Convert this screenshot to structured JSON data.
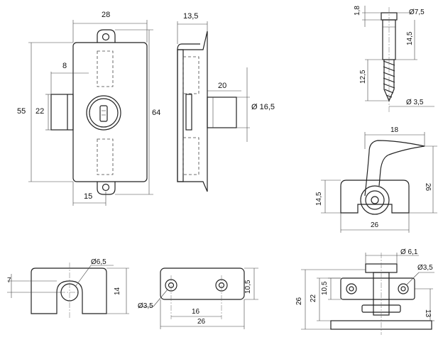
{
  "lock_front": {
    "width": "28",
    "offset": "8",
    "height_outer": "64",
    "height_inner": "55",
    "bolt_height": "22",
    "bottom": "15"
  },
  "lock_side": {
    "depth": "13,5",
    "bolt_len": "20",
    "bolt_dia": "Ø 16,5"
  },
  "screw": {
    "head_dia": "Ø7,5",
    "head_h": "1,8",
    "len": "14,5",
    "thread_len": "12,5",
    "shank_dia": "Ø 3,5"
  },
  "latch": {
    "width": "18",
    "height": "26",
    "base_h": "14,5",
    "base_w": "26"
  },
  "keeper_a": {
    "hole_dia": "Ø6,5",
    "slot": "7",
    "height": "14"
  },
  "keeper_b": {
    "hole_dia": "Ø3,5",
    "height": "10,5",
    "hole_pitch": "16",
    "width": "26"
  },
  "keeper_c": {
    "top_dia": "Ø 6,1",
    "hole_dia": "Ø3,5",
    "height_total": "26",
    "height_mid": "22",
    "height_plate": "10,5",
    "bottom": "13"
  }
}
